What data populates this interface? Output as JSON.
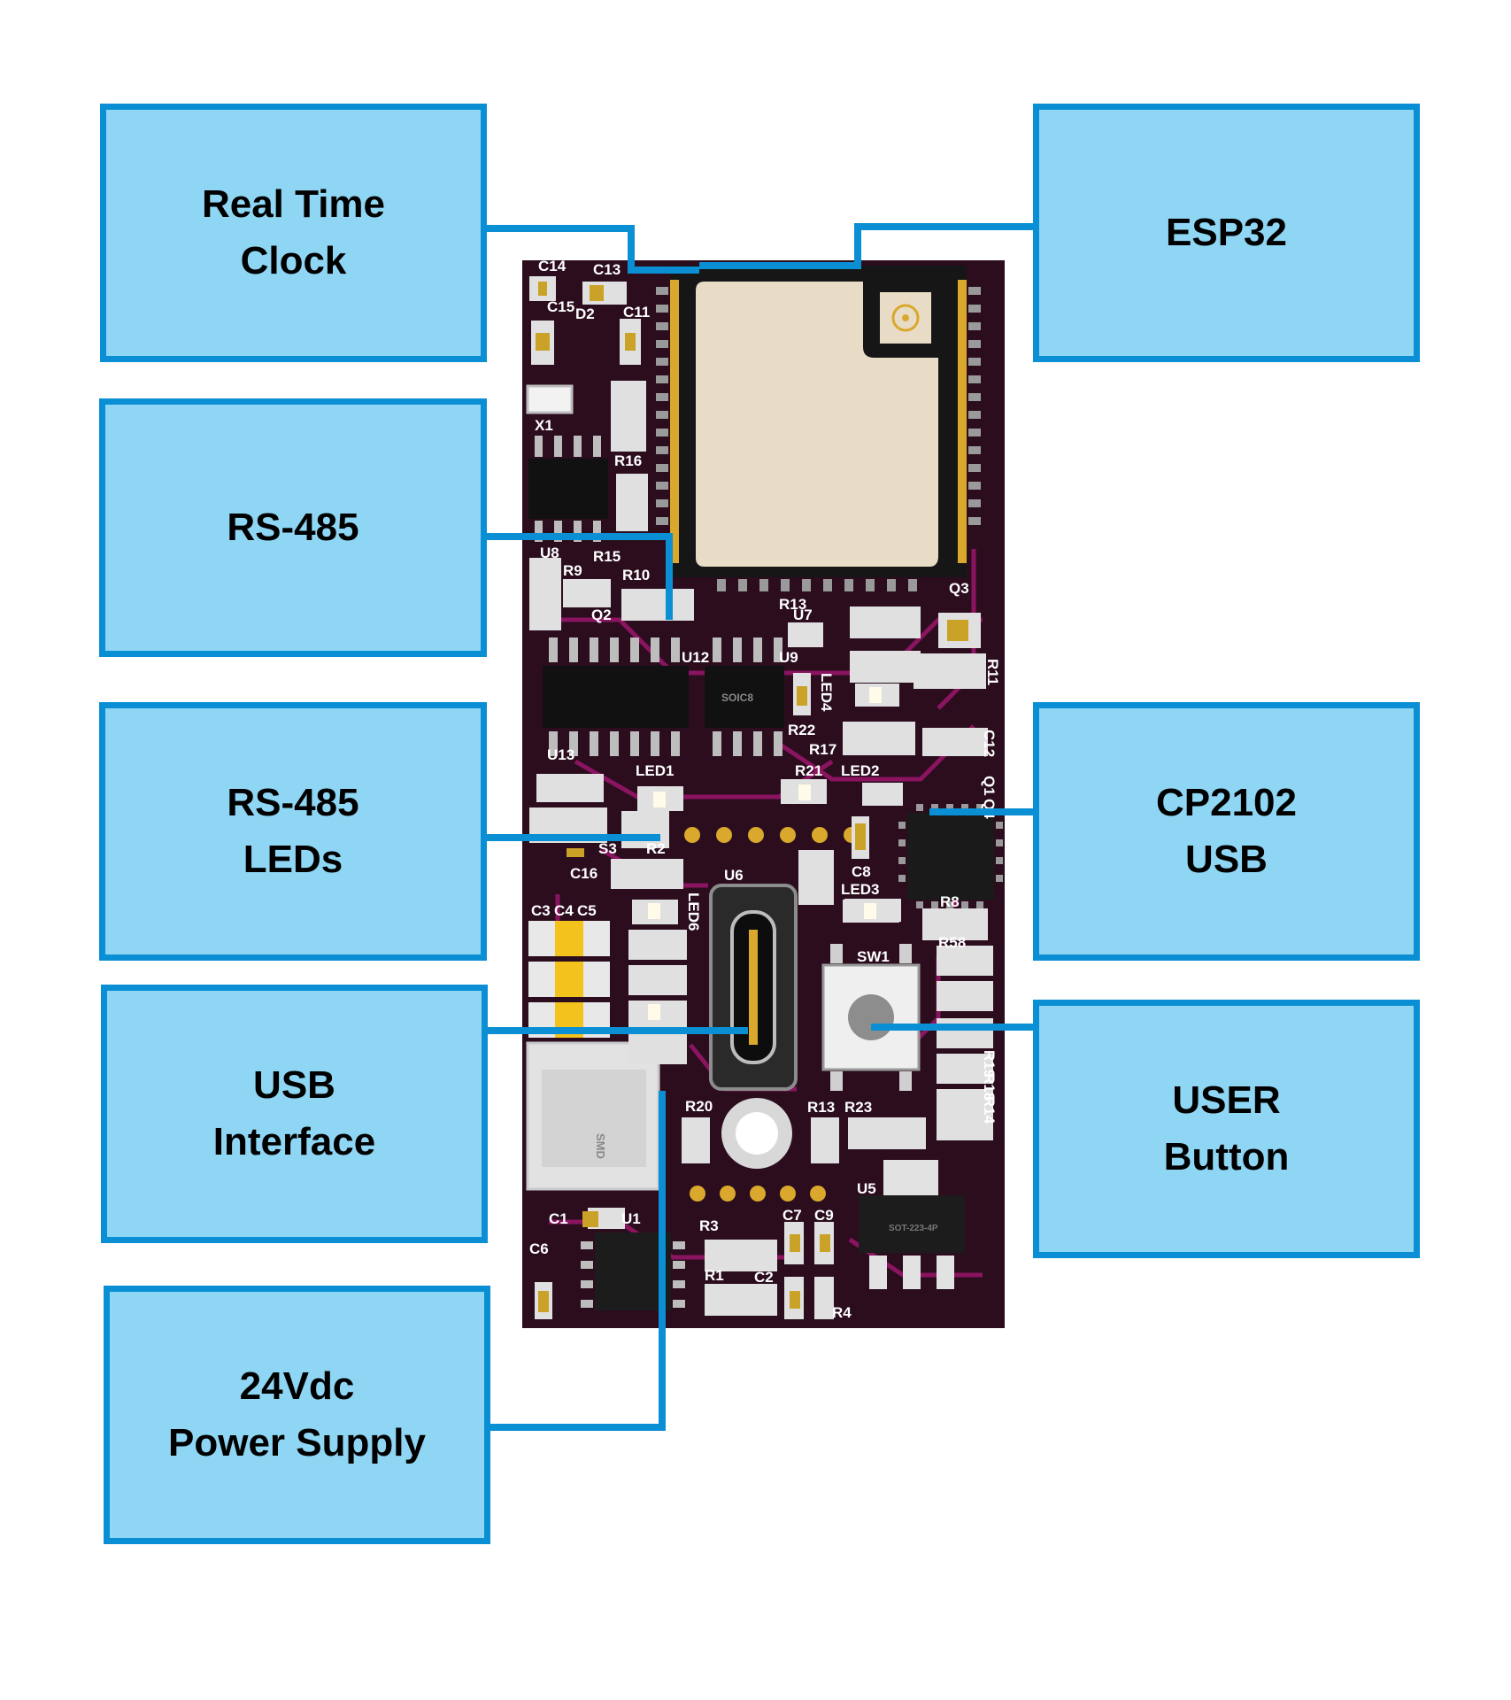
{
  "callouts": {
    "rtc": [
      "Real Time",
      "Clock"
    ],
    "esp32": [
      "ESP32"
    ],
    "rs485": [
      "RS-485"
    ],
    "rs485_leds": [
      "RS-485",
      "LEDs"
    ],
    "cp2102": [
      "CP2102",
      "USB"
    ],
    "usb_interface": [
      "USB",
      "Interface"
    ],
    "user_button": [
      "USER",
      "Button"
    ],
    "power_supply": [
      "24Vdc",
      "Power Supply"
    ]
  },
  "board_labels": [
    "C14",
    "C13",
    "C15",
    "D2",
    "C11",
    "X1",
    "R16",
    "U8",
    "R15",
    "R9",
    "R10",
    "Q2",
    "R13",
    "U7",
    "Q3",
    "U12",
    "U9",
    "SOIC8",
    "LED4",
    "R22",
    "R17",
    "C12",
    "R11",
    "U13",
    "LED1",
    "R21",
    "LED2",
    "Q1",
    "Q4",
    "S3",
    "R2",
    "C16",
    "U6",
    "C8",
    "LED3",
    "LED6",
    "R8",
    "C3",
    "C4",
    "C5",
    "R58",
    "SW1",
    "SMD",
    "R19",
    "R18",
    "R14",
    "R20",
    "R13",
    "R23",
    "U5",
    "SOT-223-4P",
    "C1",
    "U1",
    "C6",
    "R3",
    "C7",
    "C9",
    "R1",
    "C2",
    "R4"
  ],
  "colors": {
    "callout_fill": "#8fd6f4",
    "callout_border": "#0a8fd4",
    "leader_line": "#0a8fd4",
    "pcb": "#2b0d1e",
    "trace": "#8a1460",
    "pad": "#c9a227",
    "esp32_shield": "#e9dcc7"
  }
}
